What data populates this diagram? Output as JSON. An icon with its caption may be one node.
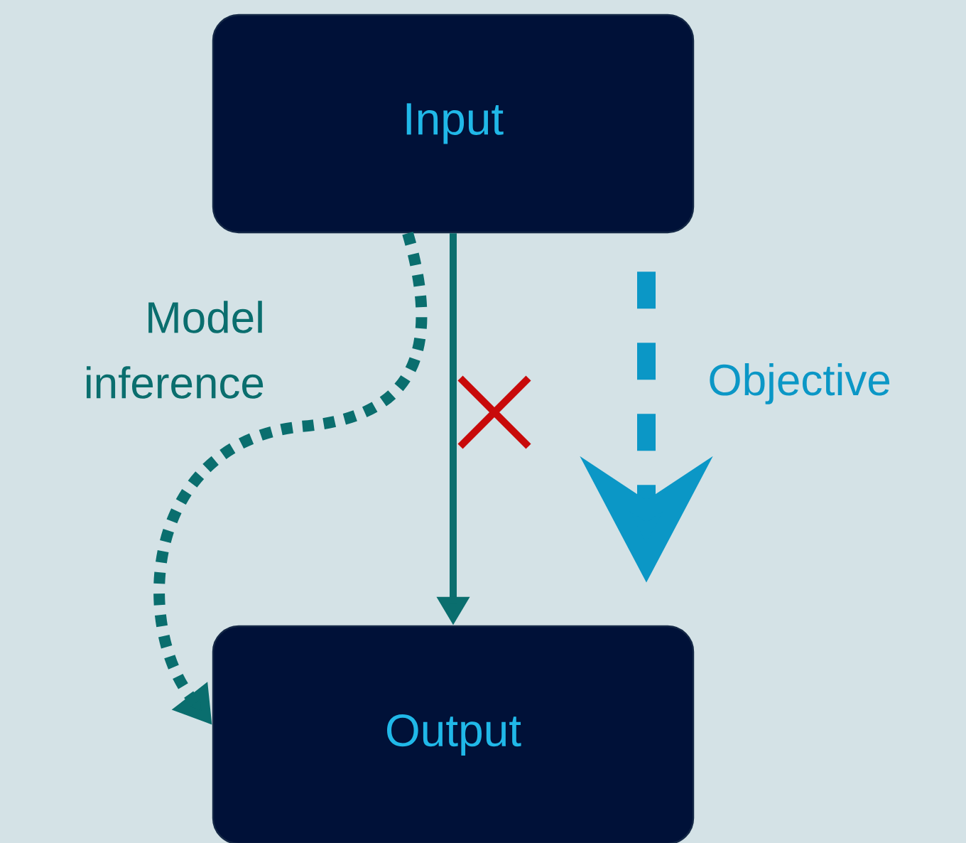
{
  "diagram": {
    "nodes": [
      {
        "text": [
          "Input"
        ]
      },
      {
        "text": [
          "Output"
        ]
      }
    ],
    "edges": [
      {
        "from": 0,
        "to": 1,
        "arrow": "to"
      },
      {
        "from": 0,
        "to": 1,
        "arrow": "to",
        "style": "dashed",
        "label": "Model inference"
      },
      {
        "from": 0,
        "to": 1,
        "arrow": "to",
        "style": "dashed",
        "color": "#0b97c6",
        "label": "Objective"
      }
    ]
  }
}
